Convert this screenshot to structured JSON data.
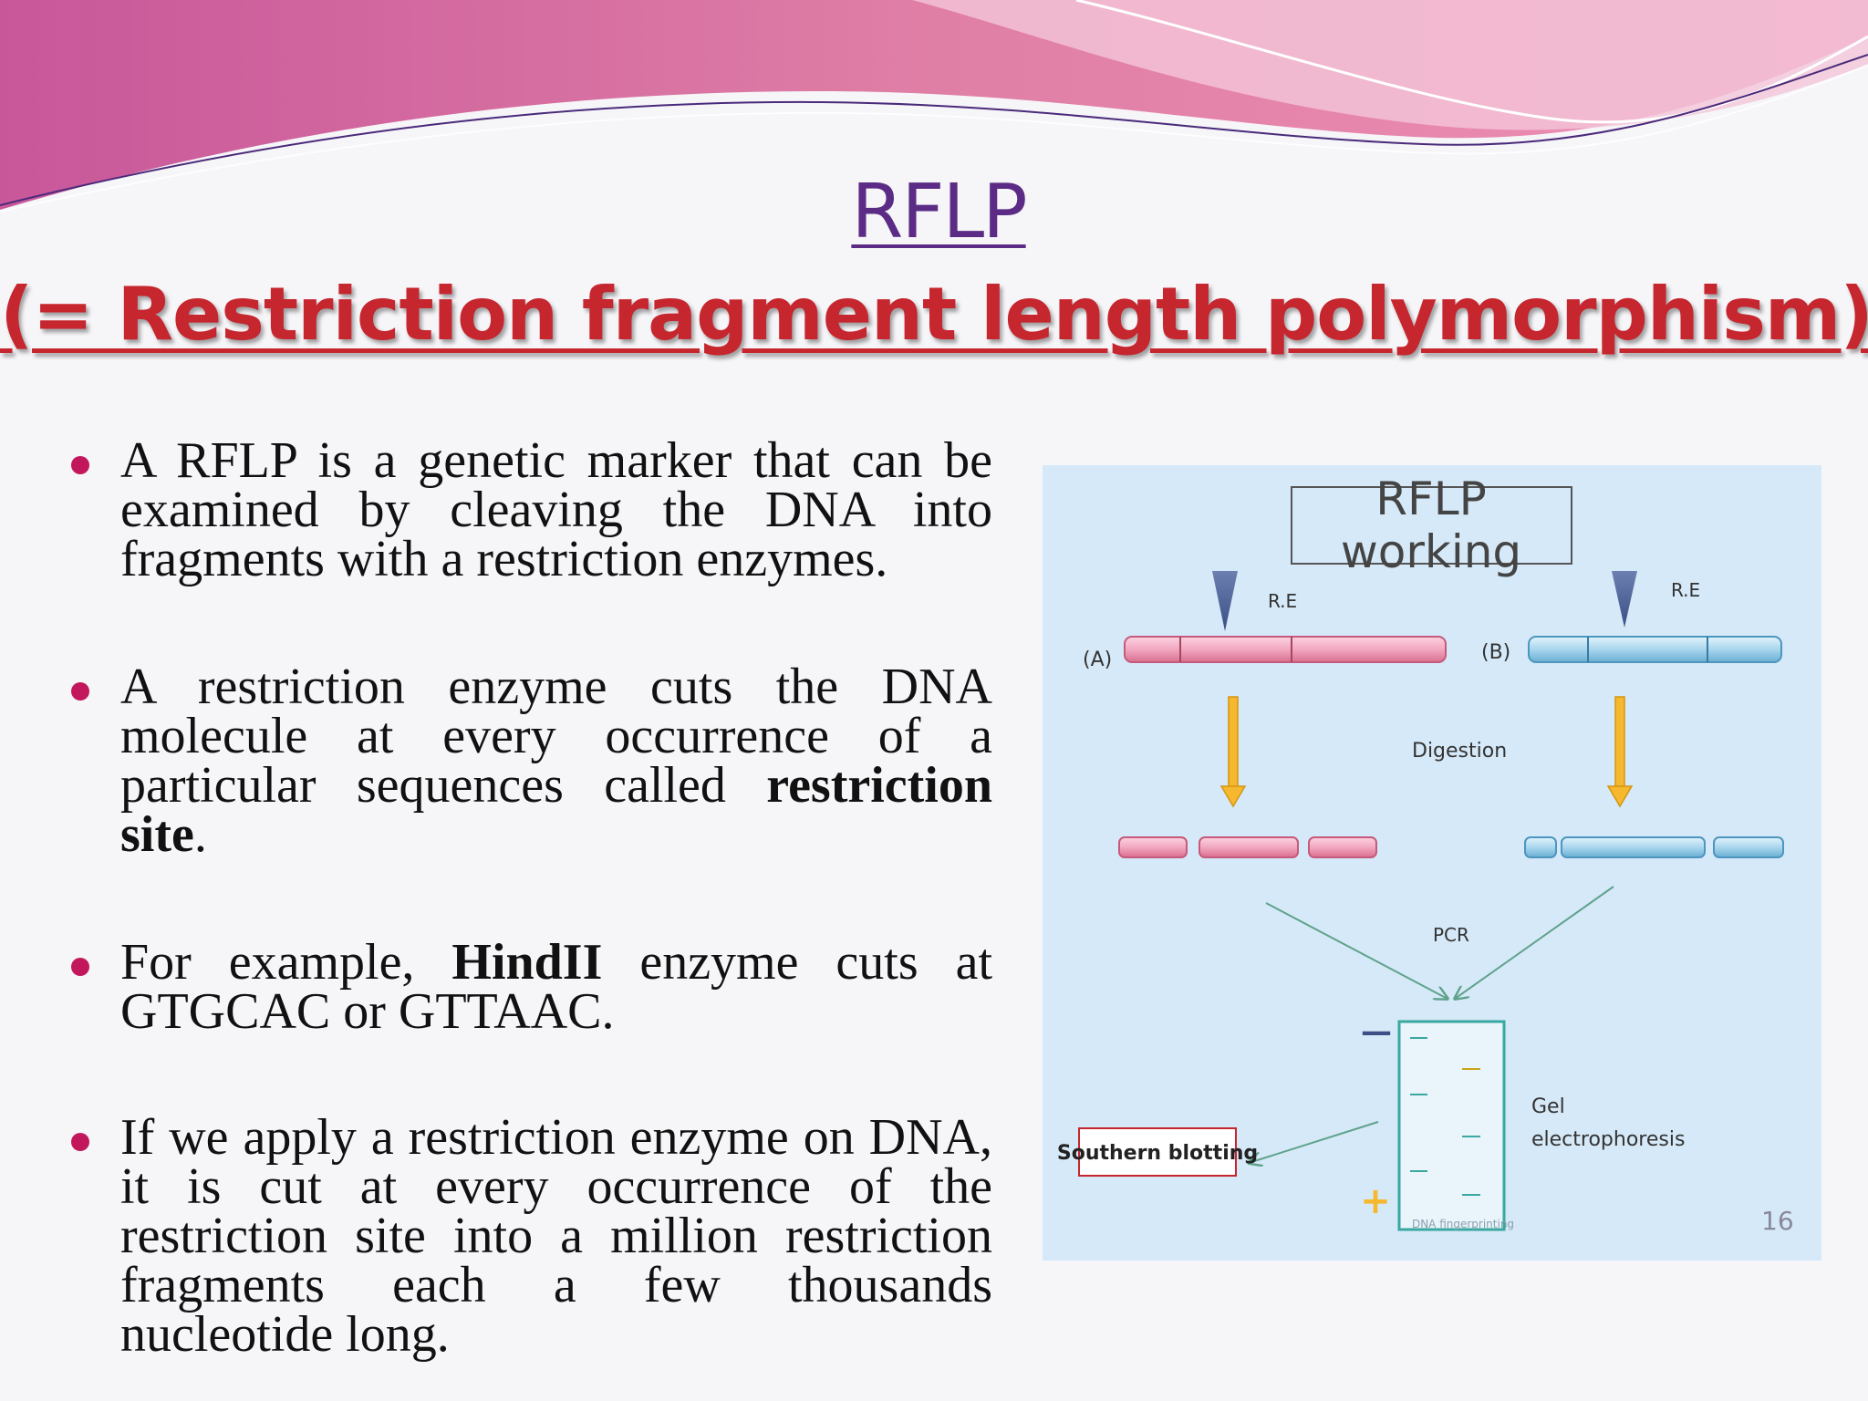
{
  "title": "RFLP",
  "subtitle": "(= Restriction fragment length polymorphism)",
  "bullets": [
    {
      "text": "A RFLP is a genetic marker that can be examined by cleaving the DNA into fragments with a restriction enzymes."
    },
    {
      "text_before": "A restriction enzyme cuts the DNA molecule at every occurrence of a particular sequences called ",
      "bold": "restriction site",
      "text_after": "."
    },
    {
      "text_before": "For example, ",
      "bold": "HindII",
      "text_after": " enzyme cuts at GTGCAC or GTTAAC."
    },
    {
      "text": "If we apply a restriction enzyme on DNA, it is cut at every occurrence of the restriction site into a million restriction fragments each a few thousands nucleotide long."
    }
  ],
  "diagram": {
    "title_line1": "RFLP",
    "title_line2": "working",
    "enzyme_label_a": "R.E",
    "enzyme_label_b": "R.E",
    "sample_a_label": "(A)",
    "sample_b_label": "(B)",
    "digestion_label": "Digestion",
    "pcr_label": "PCR",
    "gel_label_line1": "Gel",
    "gel_label_line2": "electrophoresis",
    "southern_label": "Southern blotting",
    "minus_label": "—",
    "plus_label": "+",
    "watermark": "DNA fingerprinting",
    "page_number": "16",
    "colors": {
      "background": "#d6e9f8",
      "strand_a": "#f2a7c0",
      "strand_b": "#a9d6ee",
      "arrow": "#f5b82e",
      "gel_border": "#3aa7a0"
    }
  },
  "colors": {
    "title": "#5b2b85",
    "subtitle": "#c6262e",
    "bullet": "#c2185b"
  }
}
